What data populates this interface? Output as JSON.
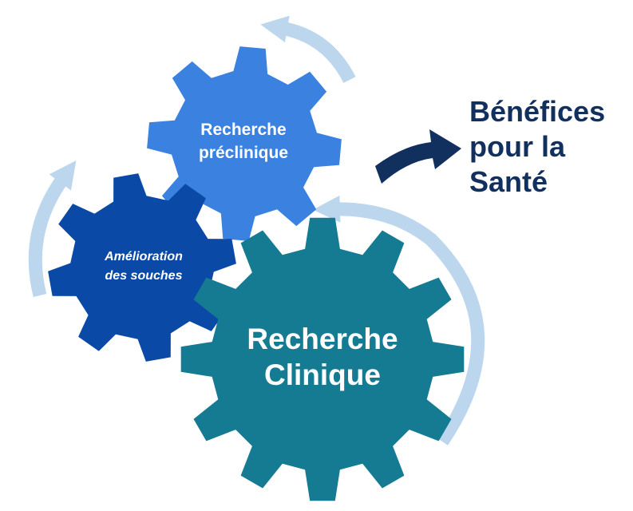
{
  "gears": [
    {
      "id": "preclinical",
      "lines": [
        "Recherche",
        "préclinique"
      ],
      "color": "#3b82e0"
    },
    {
      "id": "strains",
      "lines": [
        "Amélioration",
        "des souches"
      ],
      "color": "#0a4aa6"
    },
    {
      "id": "clinical",
      "lines": [
        "Recherche",
        "Clinique"
      ],
      "color": "#147b93"
    }
  ],
  "benefit": {
    "lines": [
      "Bénéfices",
      "pour la",
      "Santé"
    ],
    "color": "#12305e"
  },
  "colors": {
    "cycle_arrow": "#bcd6ee",
    "benefit_arrow": "#12305e"
  }
}
